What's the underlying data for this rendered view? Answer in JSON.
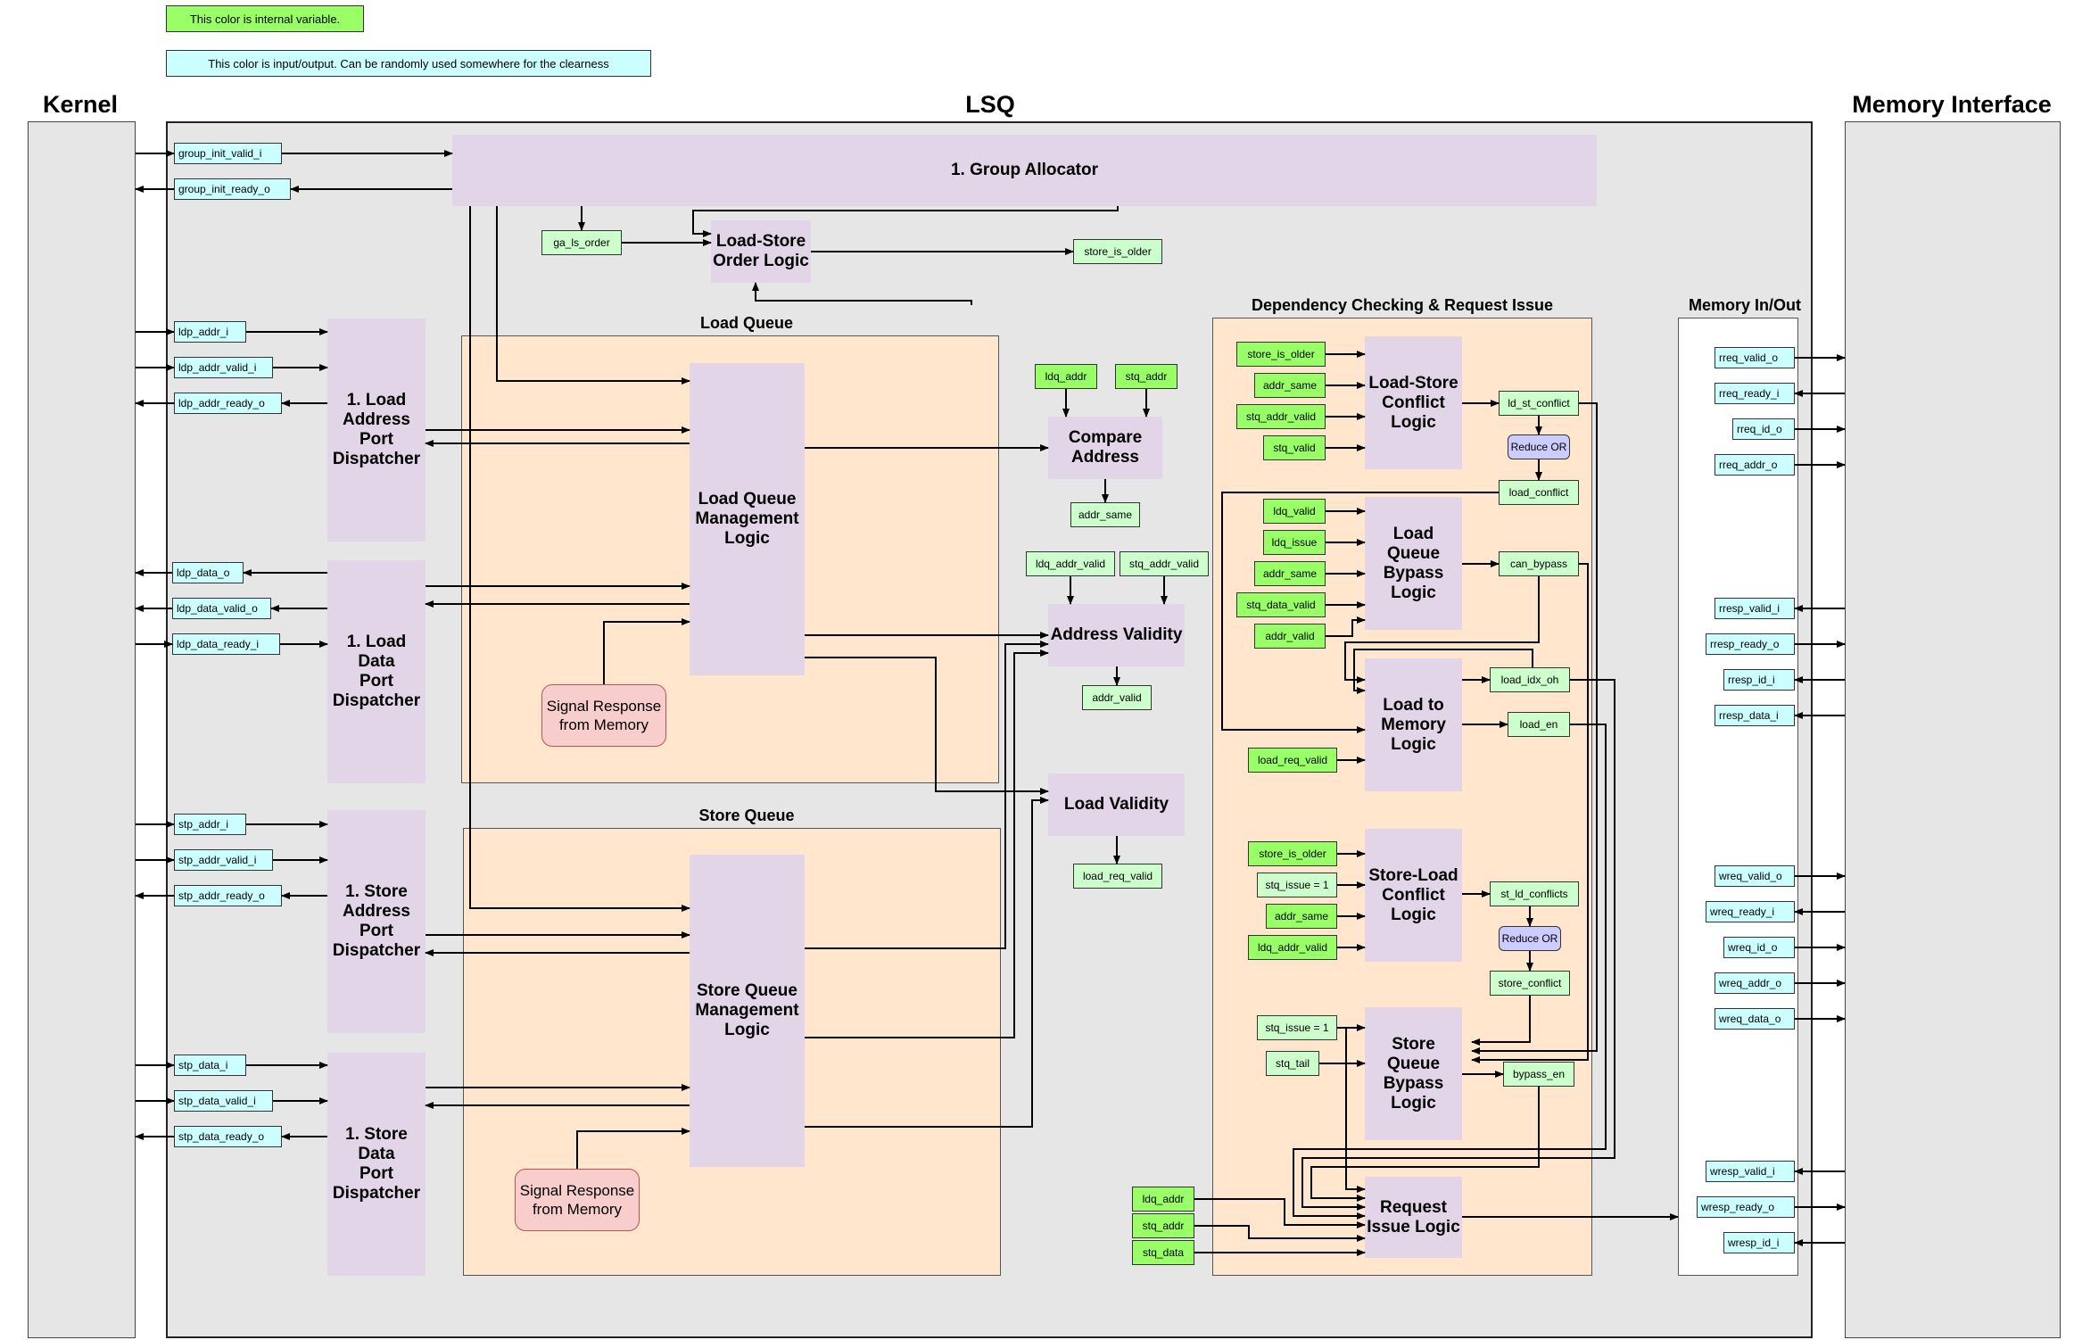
{
  "legend": {
    "internal": "This color is internal variable.",
    "io": "This color is input/output. Can be randomly used somewhere for the clearness"
  },
  "titles": {
    "kernel": "Kernel",
    "lsq": "LSQ",
    "memory_interface": "Memory Interface",
    "load_queue": "Load Queue",
    "store_queue": "Store Queue",
    "dep_check": "Dependency Checking & Request Issue",
    "mem_inout": "Memory In/Out"
  },
  "blocks": {
    "group_allocator": "1. Group Allocator",
    "ld_st_order": "Load-Store\nOrder Logic",
    "ld_addr_disp": "1. Load\nAddress\nPort\nDispatcher",
    "ld_data_disp": "1. Load\nData\nPort\nDispatcher",
    "st_addr_disp": "1. Store\nAddress\nPort\nDispatcher",
    "st_data_disp": "1. Store\nData\nPort\nDispatcher",
    "lq_mgmt": "Load Queue\nManagement\nLogic",
    "sq_mgmt": "Store Queue\nManagement\nLogic",
    "compare_addr": "Compare\nAddress",
    "addr_validity": "Address Validity",
    "load_validity": "Load Validity",
    "ld_st_conflict": "Load-Store\nConflict\nLogic",
    "lq_bypass": "Load Queue\nBypass\nLogic",
    "load_to_mem": "Load to\nMemory\nLogic",
    "st_ld_conflict": "Store-Load\nConflict\nLogic",
    "sq_bypass": "Store Queue\nBypass\nLogic",
    "req_issue": "Request\nIssue Logic",
    "sig_resp_lq": "Signal Response\nfrom Memory",
    "sig_resp_sq": "Signal Response\nfrom Memory"
  },
  "kernel_ports": {
    "group_init_valid_i": "group_init_valid_i",
    "group_init_ready_o": "group_init_ready_o",
    "ldp_addr_i": "ldp_addr_i",
    "ldp_addr_valid_i": "ldp_addr_valid_i",
    "ldp_addr_ready_o": "ldp_addr_ready_o",
    "ldp_data_o": "ldp_data_o",
    "ldp_data_valid_o": "ldp_data_valid_o",
    "ldp_data_ready_i": "ldp_data_ready_i",
    "stp_addr_i": "stp_addr_i",
    "stp_addr_valid_i": "stp_addr_valid_i",
    "stp_addr_ready_o": "stp_addr_ready_o",
    "stp_data_i": "stp_data_i",
    "stp_data_valid_i": "stp_data_valid_i",
    "stp_data_ready_o": "stp_data_ready_o"
  },
  "mem_ports": {
    "rreq_valid_o": "rreq_valid_o",
    "rreq_ready_i": "rreq_ready_i",
    "rreq_id_o": "rreq_id_o",
    "rreq_addr_o": "rreq_addr_o",
    "rresp_valid_i": "rresp_valid_i",
    "rresp_ready_o": "rresp_ready_o",
    "rresp_id_i": "rresp_id_i",
    "rresp_data_i": "rresp_data_i",
    "wreq_valid_o": "wreq_valid_o",
    "wreq_ready_i": "wreq_ready_i",
    "wreq_id_o": "wreq_id_o",
    "wreq_addr_o": "wreq_addr_o",
    "wreq_data_o": "wreq_data_o",
    "wresp_valid_i": "wresp_valid_i",
    "wresp_ready_o": "wresp_ready_o",
    "wresp_id_i": "wresp_id_i"
  },
  "signals": {
    "ga_ls_order": "ga_ls_order",
    "store_is_older_top": "store_is_older",
    "ldq_addr": "ldq_addr",
    "stq_addr": "stq_addr",
    "addr_same": "addr_same",
    "ldq_addr_valid": "ldq_addr_valid",
    "stq_addr_valid": "stq_addr_valid",
    "addr_valid": "addr_valid",
    "load_req_valid": "load_req_valid",
    "d_store_is_older_1": "store_is_older",
    "d_addr_same_1": "addr_same",
    "d_stq_addr_valid": "stq_addr_valid",
    "d_stq_valid": "stq_valid",
    "ld_st_conflict": "ld_st_conflict",
    "reduce_or_1": "Reduce OR",
    "load_conflict": "load_conflict",
    "d_ldq_valid": "ldq_valid",
    "d_ldq_issue": "ldq_issue",
    "d_addr_same_2": "addr_same",
    "d_stq_data_valid": "stq_data_valid",
    "d_addr_valid": "addr_valid",
    "can_bypass": "can_bypass",
    "load_idx_oh": "load_idx_oh",
    "load_en": "load_en",
    "d_load_req_valid": "load_req_valid",
    "d_store_is_older_2": "store_is_older",
    "d_stq_issue_1": "stq_issue = 1",
    "d_addr_same_3": "addr_same",
    "d_ldq_addr_valid": "ldq_addr_valid",
    "st_ld_conflicts": "st_ld_conflicts",
    "reduce_or_2": "Reduce OR",
    "store_conflict": "store_conflict",
    "d_stq_issue_2": "stq_issue = 1",
    "d_stq_tail": "stq_tail",
    "bypass_en": "bypass_en",
    "r_ldq_addr": "ldq_addr",
    "r_stq_addr": "stq_addr",
    "r_stq_data": "stq_data"
  },
  "colors": {
    "block": "#e1d5e7",
    "queue": "#ffe6cc",
    "internal": "#99ff66",
    "internal_light": "#ccffcc",
    "io": "#ccffff",
    "reduce": "#ccccff",
    "response": "#f8cecc",
    "frame": "#e6e6e6"
  }
}
